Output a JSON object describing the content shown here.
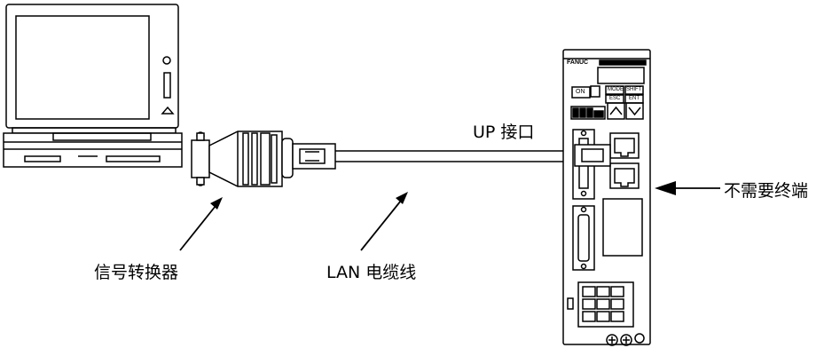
{
  "labels": {
    "signal_converter": "信号转换器",
    "lan_cable": "LAN 电缆线",
    "up_port": "UP 接口",
    "no_terminator": "不需要终端"
  },
  "drive": {
    "brand": "FANUC",
    "on_led": "ON",
    "mode_key": "MODE",
    "shift_key": "SHIFT",
    "esc_key": "ESC",
    "ent_key": "ENT"
  }
}
